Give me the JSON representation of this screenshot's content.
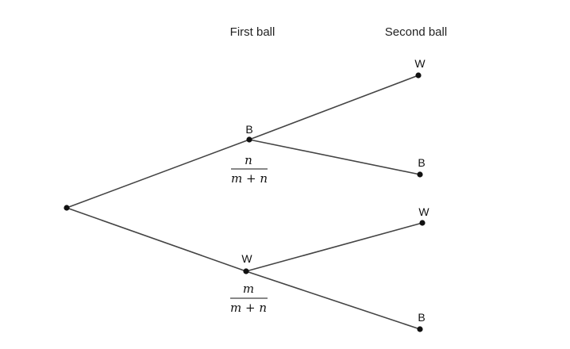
{
  "headers": {
    "first": "First ball",
    "second": "Second ball"
  },
  "nodes": {
    "first_b": "B",
    "first_w": "W",
    "b_then_w": "W",
    "b_then_b": "B",
    "w_then_w": "W",
    "w_then_b": "B"
  },
  "probabilities": {
    "black_first": {
      "numerator": "n",
      "denominator": "m + n"
    },
    "white_first": {
      "numerator": "m",
      "denominator": "m + n"
    }
  }
}
